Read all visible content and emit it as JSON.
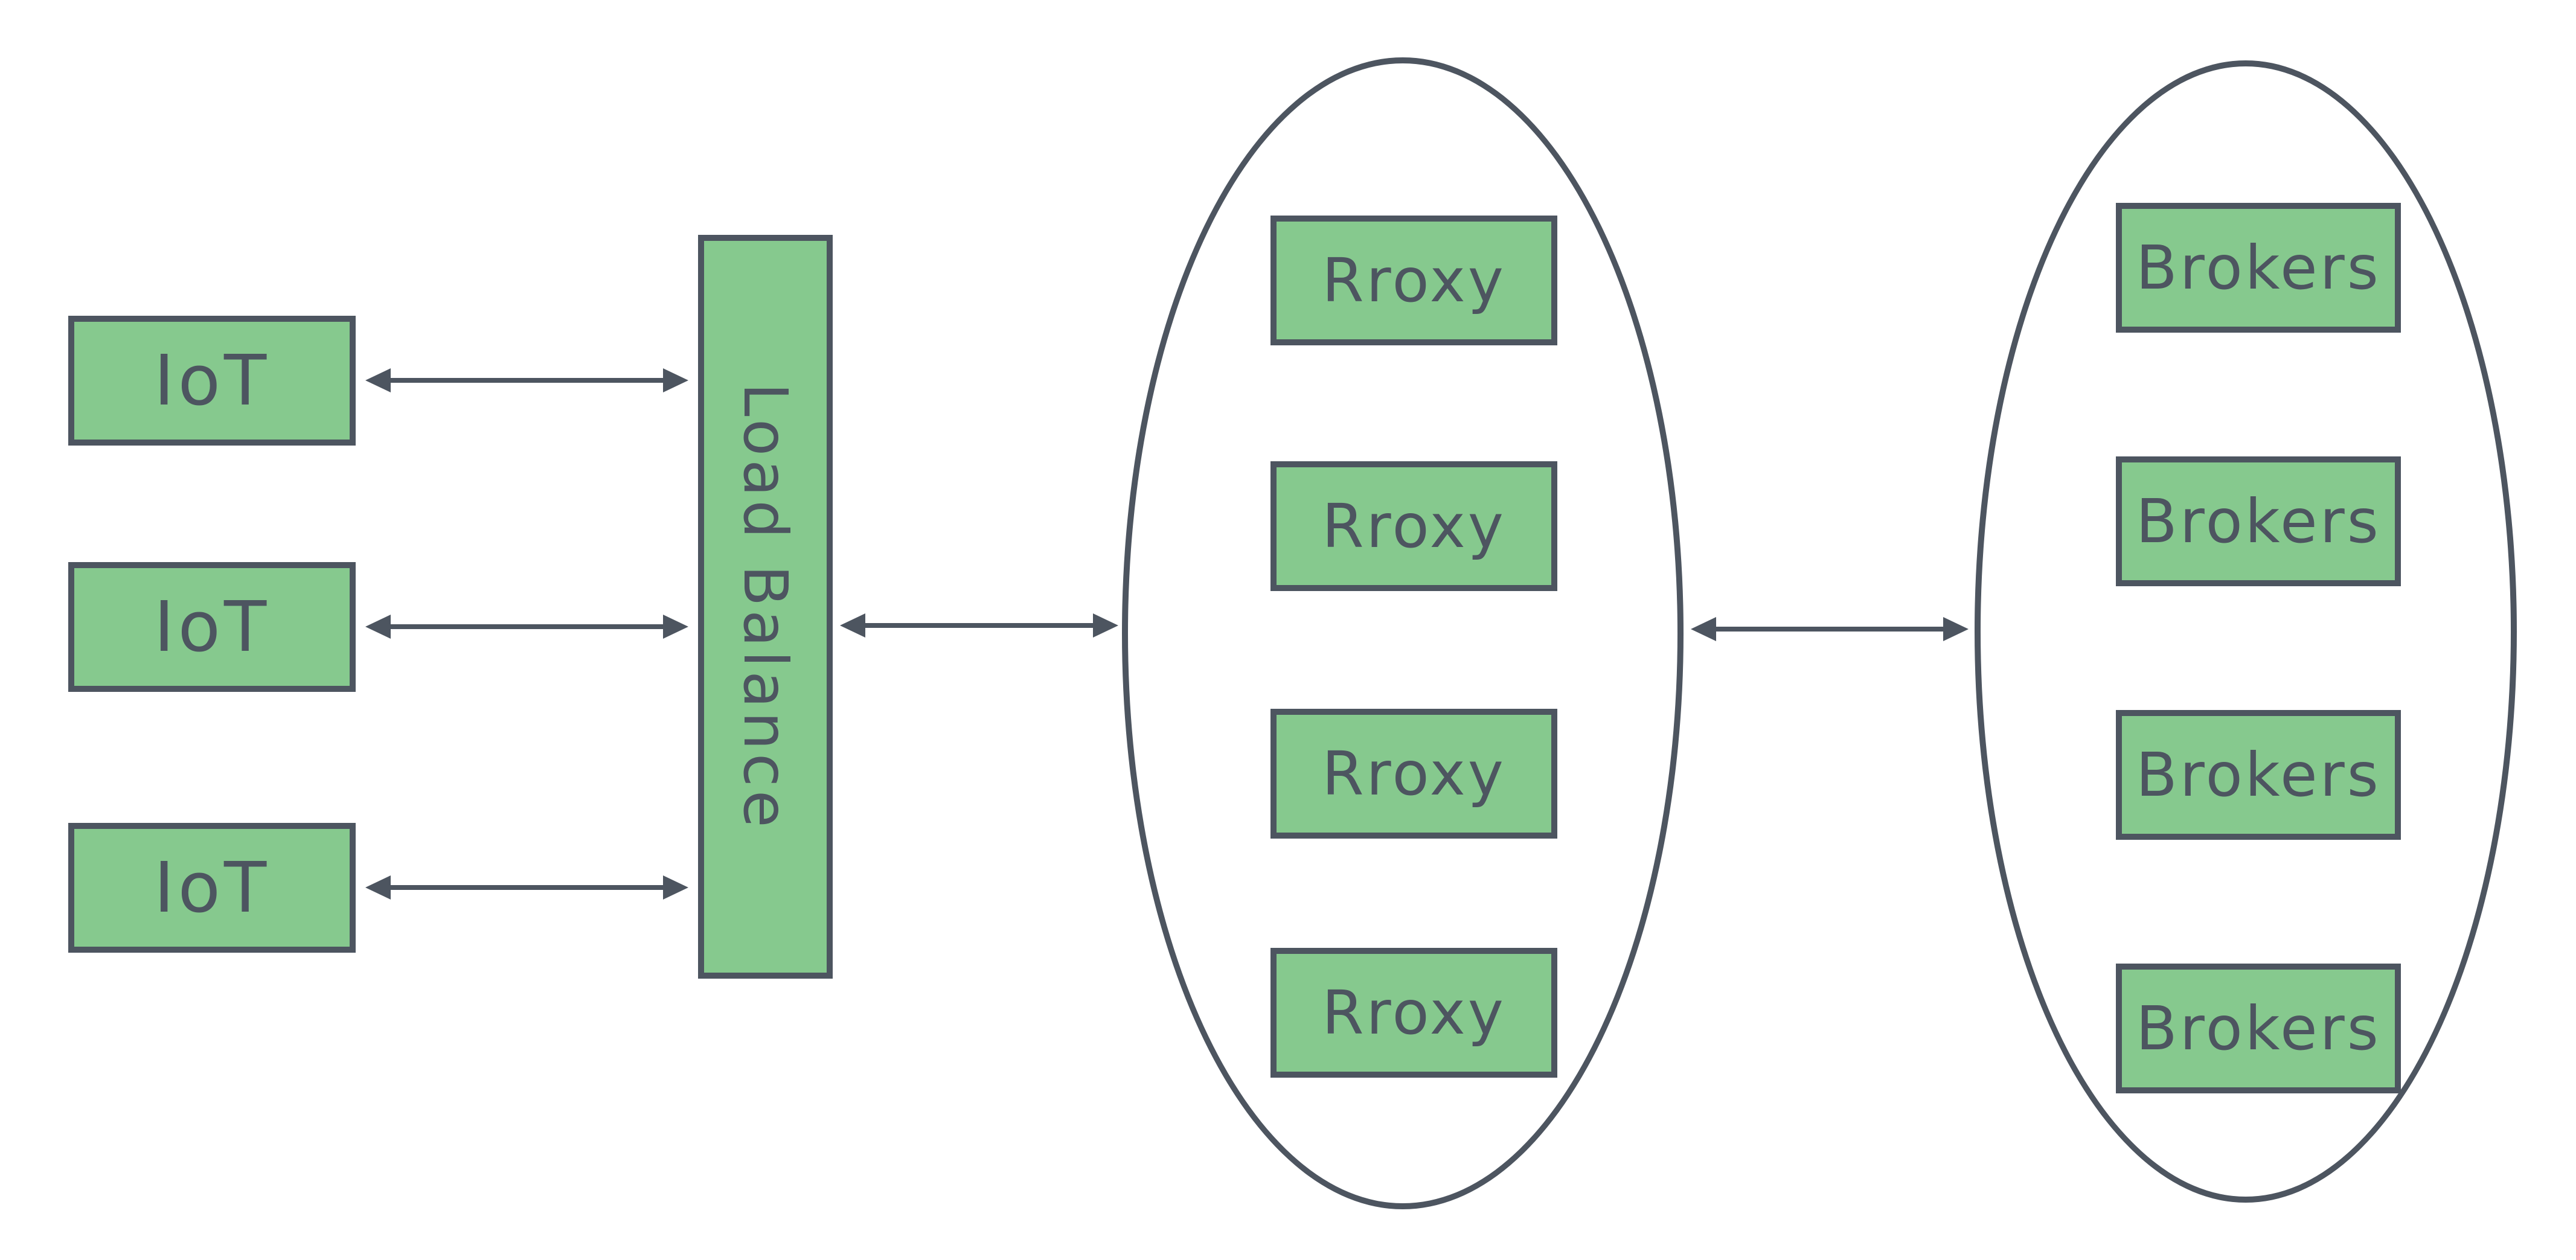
{
  "diagram": {
    "colors": {
      "node_fill": "#86C98E",
      "stroke": "#4D5560",
      "text": "#4D5560",
      "background": "#FFFFFF"
    },
    "iot_nodes": [
      {
        "label": "IoT"
      },
      {
        "label": "IoT"
      },
      {
        "label": "IoT"
      }
    ],
    "load_balancer": {
      "label": "Load Balance"
    },
    "proxy_cluster": {
      "nodes": [
        {
          "label": "Rroxy"
        },
        {
          "label": "Rroxy"
        },
        {
          "label": "Rroxy"
        },
        {
          "label": "Rroxy"
        }
      ]
    },
    "broker_cluster": {
      "nodes": [
        {
          "label": "Brokers"
        },
        {
          "label": "Brokers"
        },
        {
          "label": "Brokers"
        },
        {
          "label": "Brokers"
        }
      ]
    }
  }
}
